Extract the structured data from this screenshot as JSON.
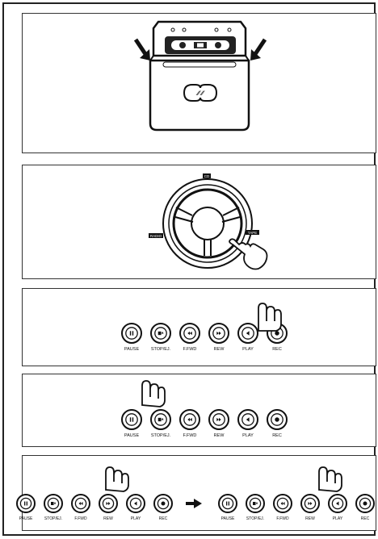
{
  "deck_buttons": [
    "PAUSE",
    "STOP/EJ.",
    "F.FWD",
    "REW",
    "PLAY",
    "REC"
  ],
  "selector": {
    "top_label": "CD",
    "left_label": "RADIO",
    "right_label": "TAPE"
  },
  "cassette": {
    "symbols": "∕∕ ∕∕"
  },
  "icons": [
    "cassette-icon",
    "insert-arrow-icon",
    "hand-pointer-icon",
    "pause-icon",
    "stop-eject-icon",
    "fast-forward-icon",
    "rewind-icon",
    "play-icon",
    "record-icon",
    "arrow-right-icon"
  ]
}
